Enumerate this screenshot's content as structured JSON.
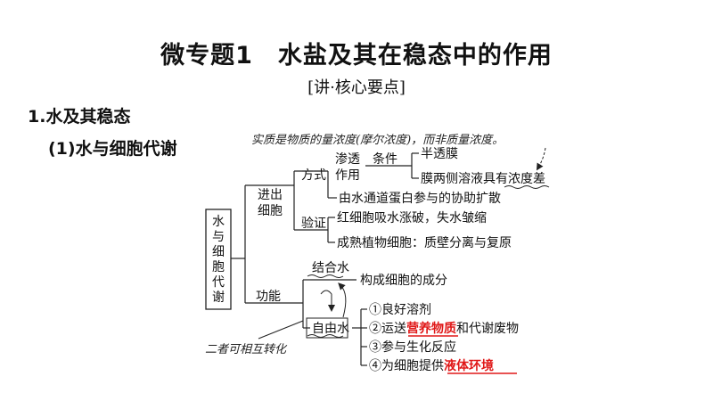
{
  "page": {
    "title": "微专题1　水盐及其在稳态中的作用",
    "subtitle": "[讲·核心要点]",
    "section_heading": "1.水及其稳态",
    "subsection_heading": "(1)水与细胞代谢"
  },
  "diagram": {
    "root": [
      "水",
      "与",
      "细",
      "胞",
      "代",
      "谢"
    ],
    "note_top": "实质是物质的量浓度(摩尔浓度)，而非质量浓度。",
    "branch_in_out": [
      "进出",
      "细胞"
    ],
    "method_label": "方式",
    "osmosis": [
      "渗透",
      "作用"
    ],
    "condition_label": "条件",
    "cond_1": "半透膜",
    "cond_2": "膜两侧溶液具有浓度差",
    "method_2": "由水通道蛋白参与的协助扩散",
    "verify_label": "验证",
    "verify_1": "红细胞吸水涨破，失水皱缩",
    "verify_2": "成熟植物细胞：质壁分离与复原",
    "function_label": "功能",
    "bound_water": "结合水",
    "bound_desc": "构成细胞的成分",
    "free_water": "自由水",
    "free_1": "①良好溶剂",
    "free_2_pre": "②运送",
    "free_2_red": "营养物质",
    "free_2_post": "和代谢废物",
    "free_3": "③参与生化反应",
    "free_4_pre": "④为细胞提供",
    "free_4_red": "液体环境",
    "note_bottom": "二者可相互转化"
  },
  "colors": {
    "accent_red": "#e01818"
  }
}
